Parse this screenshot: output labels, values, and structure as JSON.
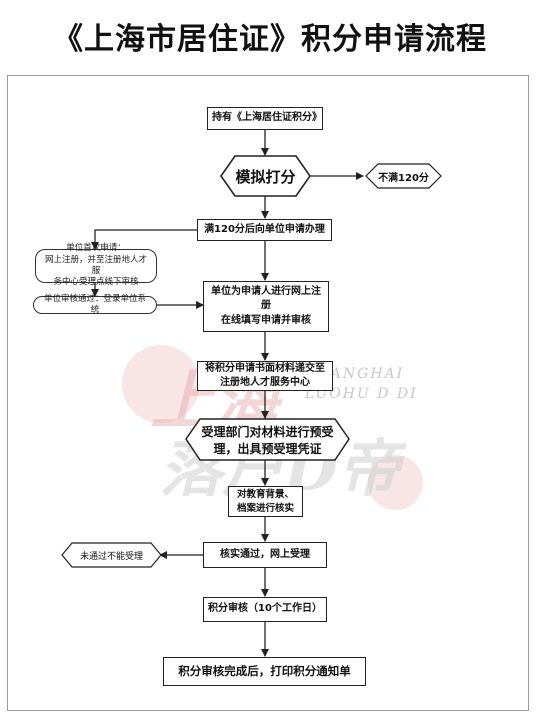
{
  "title": "《上海市居住证》积分申请流程",
  "steps": {
    "hold": "持有《上海居住证积分》",
    "simulate": "模拟打分",
    "under": "不满120分",
    "apply120": "满120分后向单位申请办理",
    "first_apply": "单位首次申请：\n网上注册，并至注册地人才服\n务中心受理点线下审核",
    "unit_pass": "单位审核通过：登录单位系统",
    "online_register": "单位为申请人进行网上注册\n在线填写申请并审核",
    "submit_materials": "将积分申请书面材料递交至\n注册地人才服务中心",
    "pre_accept": "受理部门对材料进行预受\n理，出具预受理凭证",
    "verify_edu": "对教育背景、\n档案进行核实",
    "verify_pass": "核实通过，网上受理",
    "fail": "未通过不能受理",
    "review": "积分审核（10个工作日）",
    "print": "积分审核完成后，打印积分通知单"
  },
  "watermark": {
    "cn_top": "上海",
    "cn_bottom": "落户D帝",
    "en_line1": "SHANGHAI",
    "en_line2": "LUOHU D DI"
  },
  "colors": {
    "watermark_red": "#e6a6a6",
    "watermark_gray": "#cfcfcf",
    "line": "#222222"
  }
}
